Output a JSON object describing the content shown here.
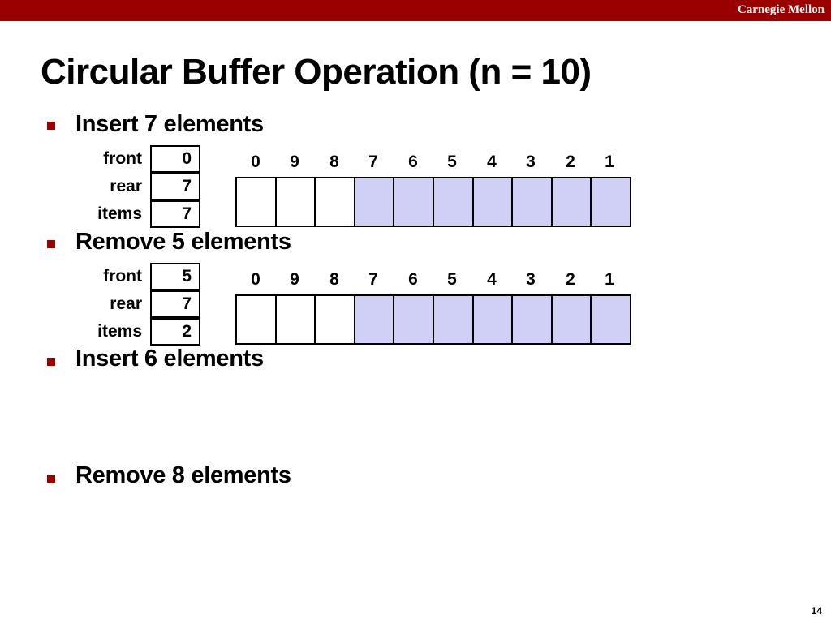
{
  "header": {
    "brand": "Carnegie Mellon"
  },
  "slide": {
    "title": "Circular Buffer Operation (n = 10)",
    "page_number": "14",
    "bullets": [
      "Insert 7 elements",
      "Remove 5 elements",
      "Insert 6 elements",
      "Remove 8 elements"
    ],
    "state_labels": {
      "front": "front",
      "rear": "rear",
      "items": "items"
    },
    "diagrams": [
      {
        "front": "0",
        "rear": "7",
        "items": "7",
        "indices": [
          "0",
          "9",
          "8",
          "7",
          "6",
          "5",
          "4",
          "3",
          "2",
          "1"
        ],
        "filled": [
          false,
          false,
          false,
          true,
          true,
          true,
          true,
          true,
          true,
          true
        ]
      },
      {
        "front": "5",
        "rear": "7",
        "items": "2",
        "indices": [
          "0",
          "9",
          "8",
          "7",
          "6",
          "5",
          "4",
          "3",
          "2",
          "1"
        ],
        "filled": [
          false,
          false,
          false,
          true,
          true,
          true,
          true,
          true,
          true,
          true
        ]
      }
    ],
    "colors": {
      "brand": "#990000",
      "filled_cell": "#d0d0f6"
    }
  }
}
